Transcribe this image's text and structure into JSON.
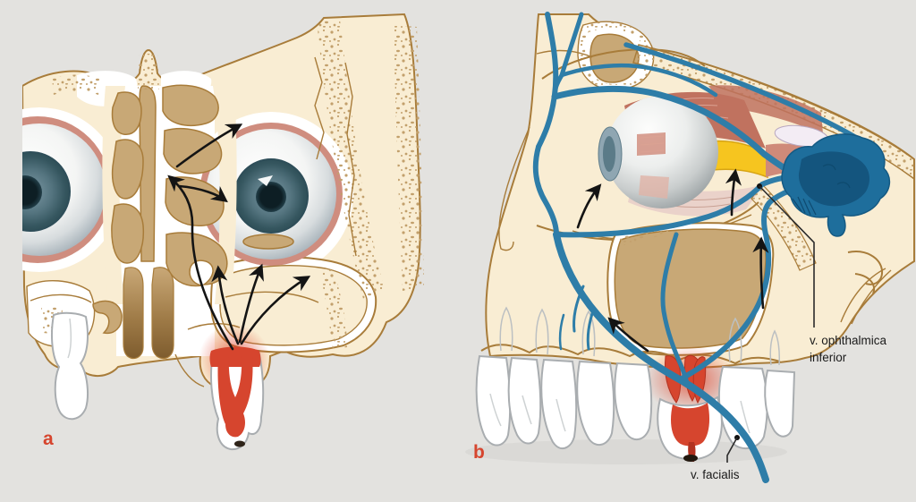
{
  "panels": {
    "a": {
      "letter": "a"
    },
    "b": {
      "letter": "b",
      "labels": {
        "ophthalmica_line1": "v. ophthalmica",
        "ophthalmica_line2": "inferior",
        "facialis": "v. facialis"
      }
    }
  },
  "colors": {
    "bg": "#e3e2df",
    "bone": "#f9edd3",
    "outline": "#a87c3a",
    "tan": "#c8a876",
    "speckle": "#c2a06c",
    "vein": "#2e7da8",
    "veinDark": "#155e8a",
    "sinusDark": "#14557e",
    "red": "#d6452e",
    "redDeep": "#b23220",
    "pink": "#cf8d7f",
    "muscle": "#c0725f",
    "muscleLight": "#ead2ca",
    "nerveYellow": "#f6c51f",
    "toothOutline": "#a9adb0",
    "ink": "#141414",
    "label": "#1a1a1a"
  }
}
